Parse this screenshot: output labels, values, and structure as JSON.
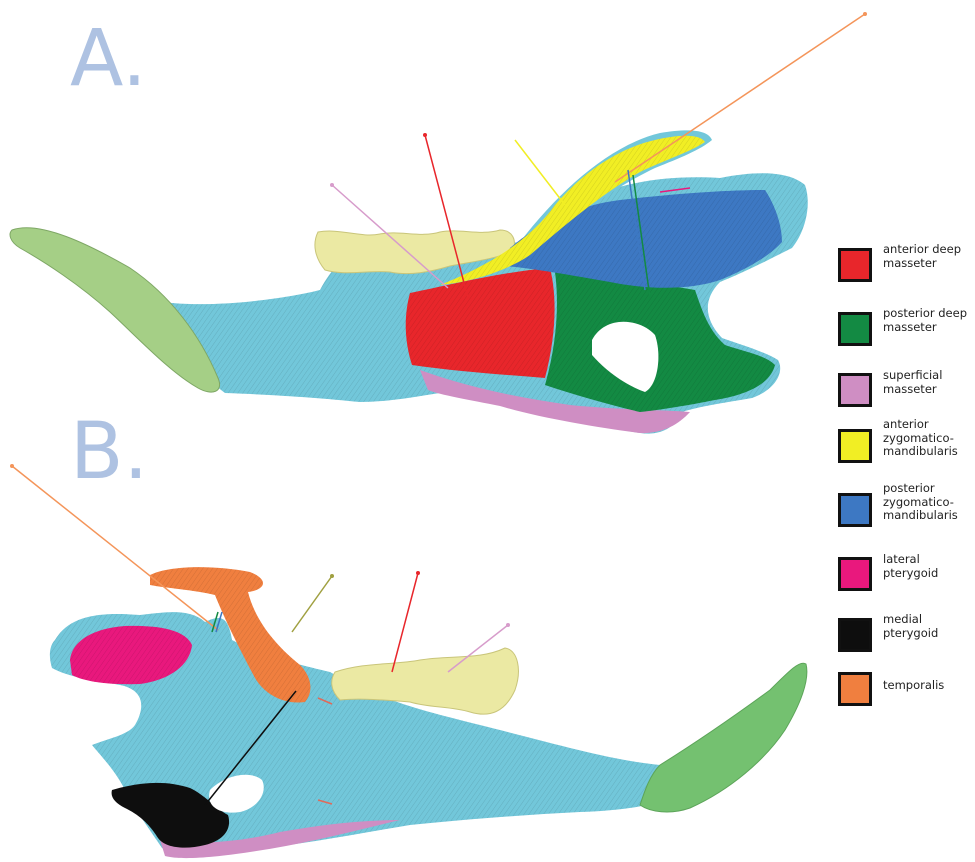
{
  "panels": {
    "a_label": "A.",
    "b_label": "B."
  },
  "legend": [
    {
      "label": "anterior deep\nmasseter",
      "color": "#e8262b"
    },
    {
      "label": "posterior deep\nmasseter",
      "color": "#138a43"
    },
    {
      "label": "superficial\nmasseter",
      "color": "#cf8ec3"
    },
    {
      "label": "anterior\nzygomatico-\nmandibularis",
      "color": "#f1ee24"
    },
    {
      "label": "posterior\nzygomatico-\nmandibularis",
      "color": "#3d78c3"
    },
    {
      "label": "lateral\npterygoid",
      "color": "#e9187d"
    },
    {
      "label": "medial\npterygoid",
      "color": "#0e0e0e"
    },
    {
      "label": "temporalis",
      "color": "#f07f3f"
    }
  ],
  "colors": {
    "bone": "#72c7da",
    "incisor": "#a5cf86",
    "molars": "#ebe9a3",
    "panel_label": "#aec2e2"
  }
}
